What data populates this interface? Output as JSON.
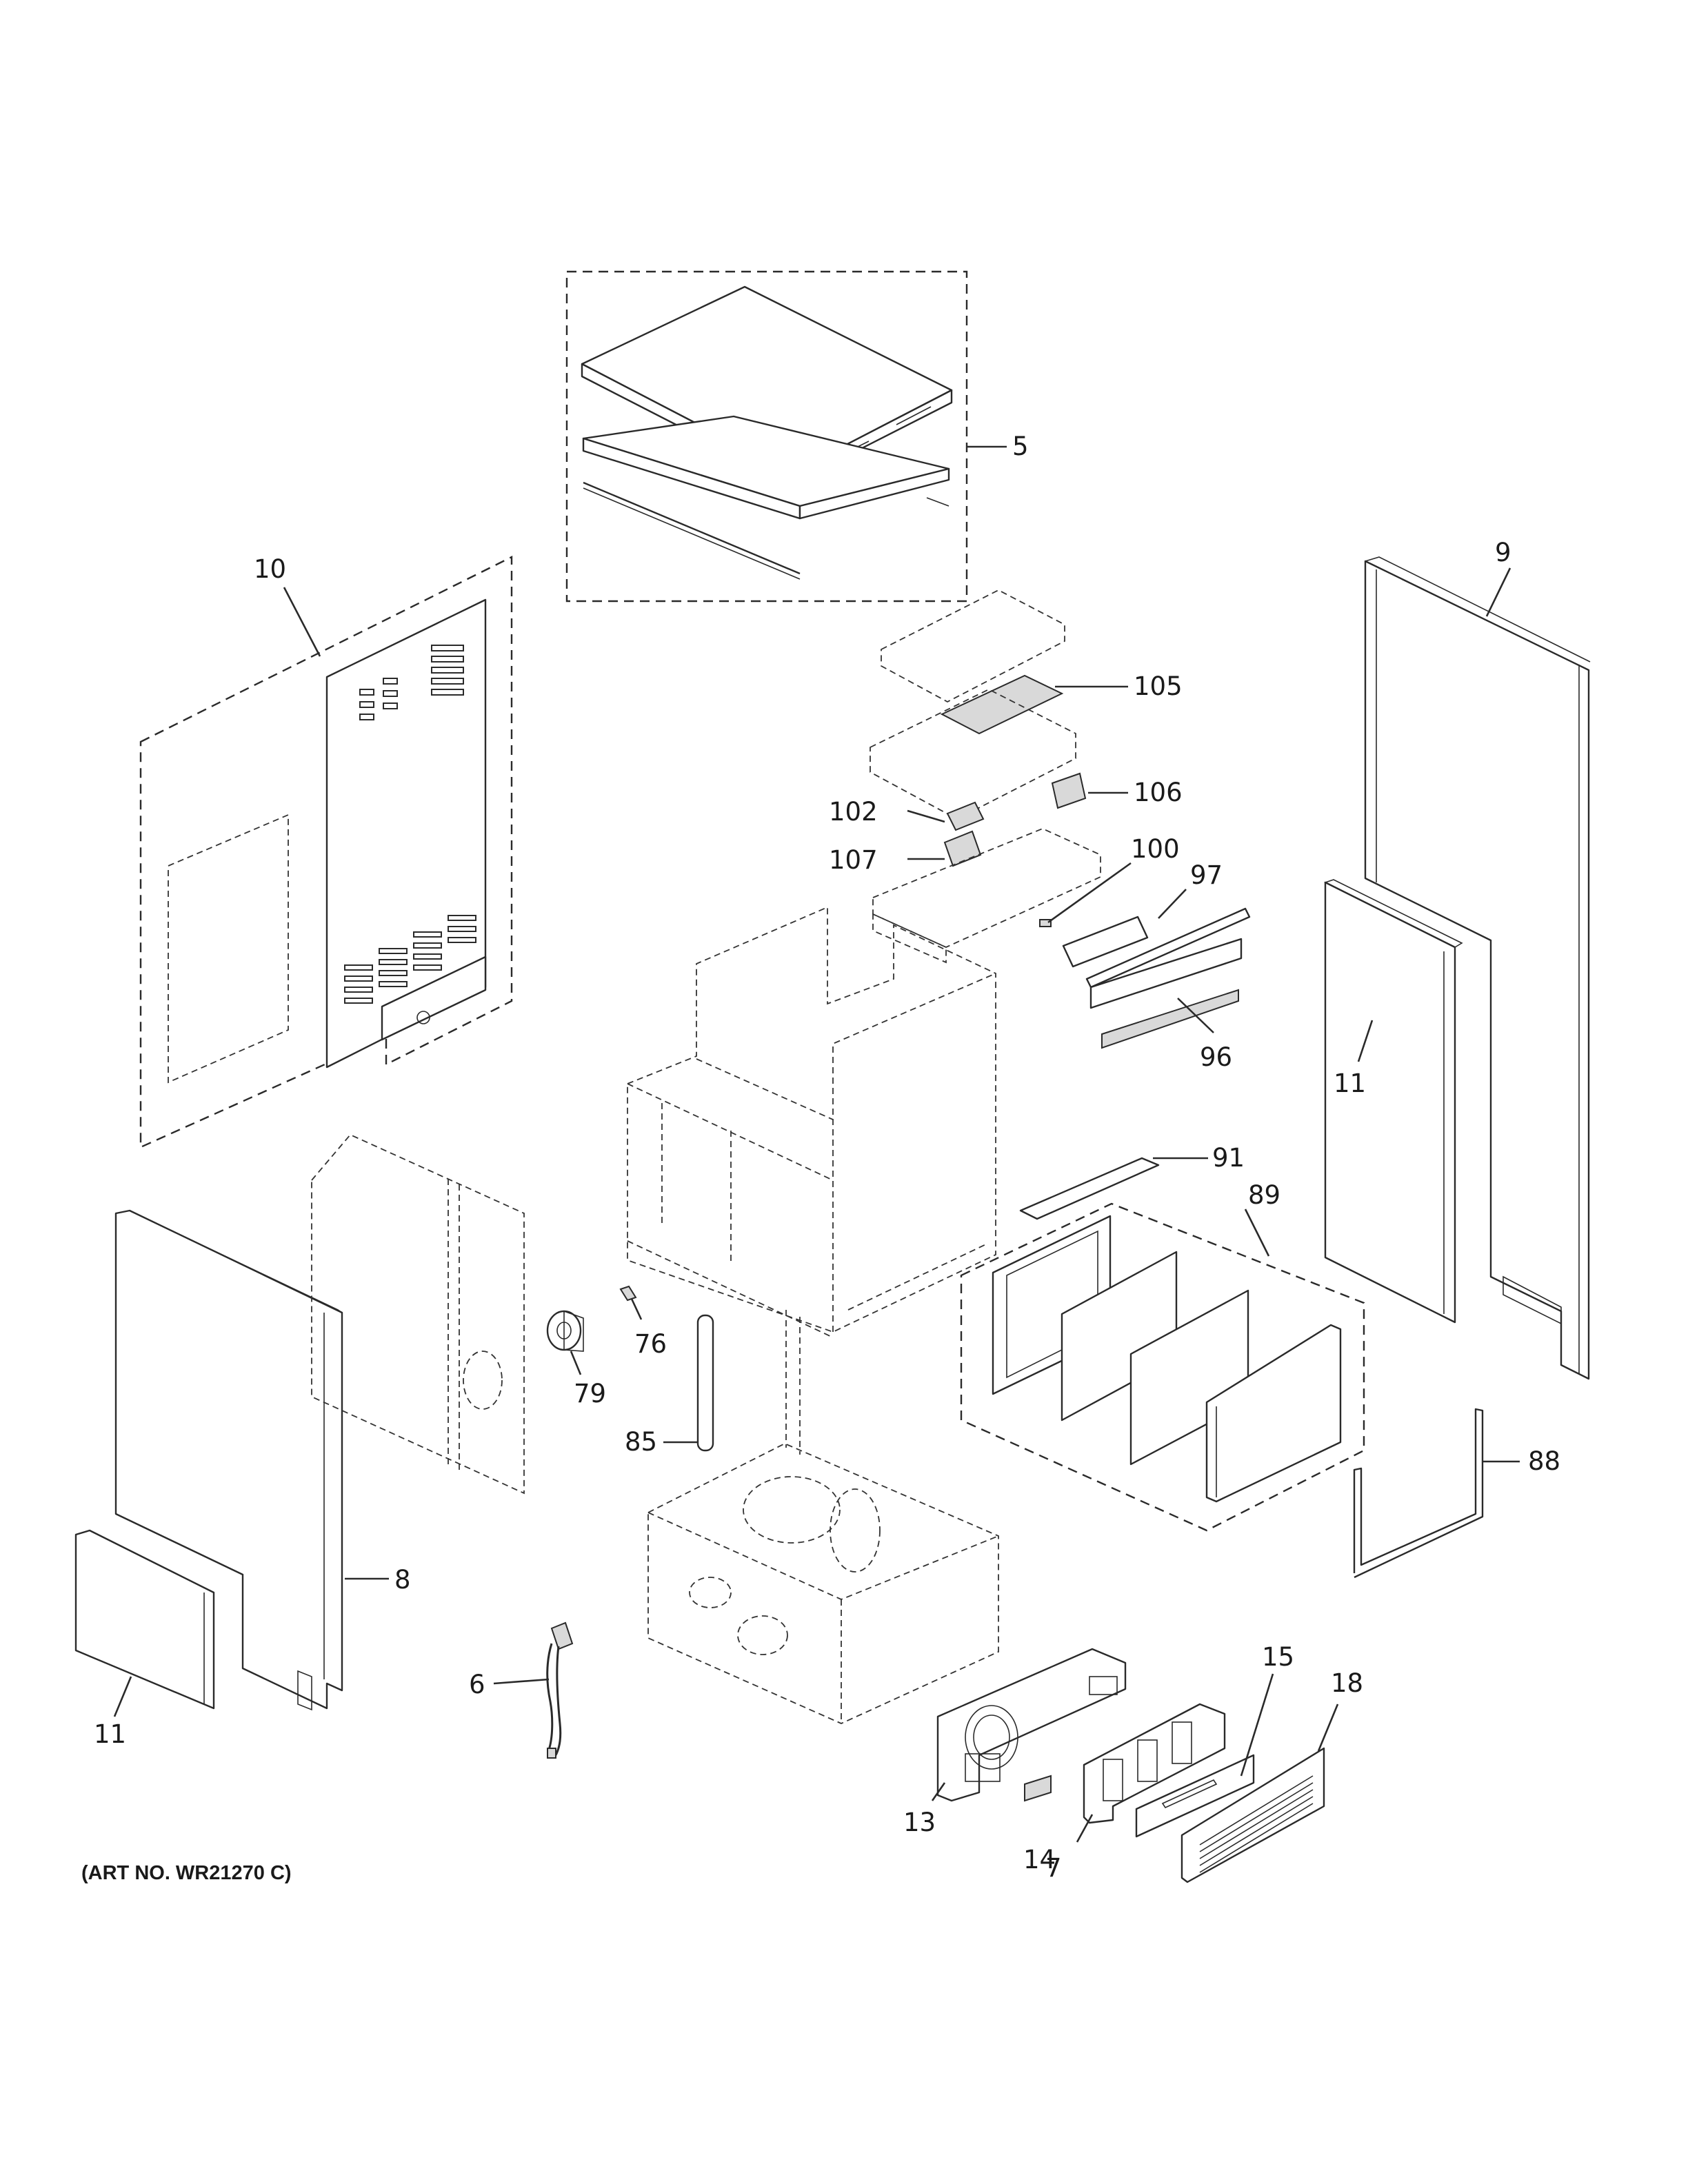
{
  "art_number": "(ART NO. WR21270 C)",
  "labels": {
    "l5": "5",
    "l10": "10",
    "l9": "9",
    "l105": "105",
    "l106": "106",
    "l102": "102",
    "l107": "107",
    "l100": "100",
    "l97": "97",
    "l96": "96",
    "l11_right": "11",
    "l91": "91",
    "l89": "89",
    "l76": "76",
    "l79": "79",
    "l85": "85",
    "l88": "88",
    "l8": "8",
    "l11_left": "11",
    "l6": "6",
    "l15": "15",
    "l18": "18",
    "l13": "13",
    "l14": "14",
    "l7": "7"
  }
}
